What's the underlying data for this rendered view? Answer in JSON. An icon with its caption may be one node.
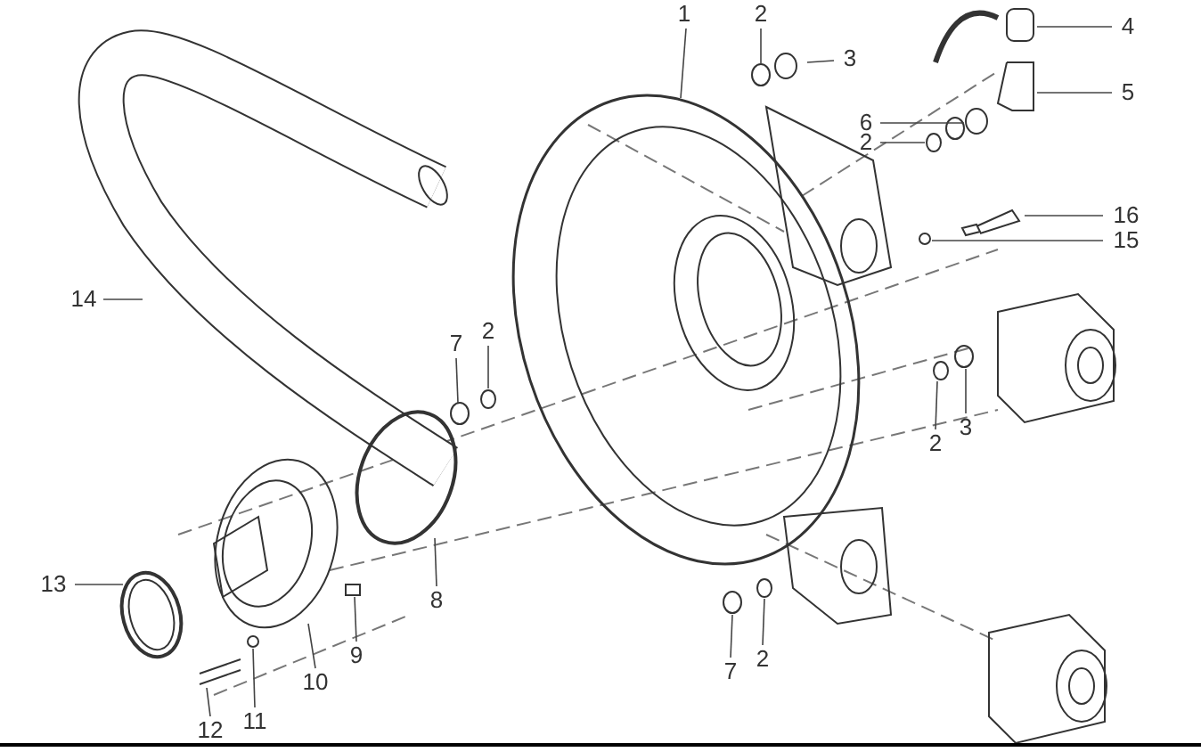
{
  "diagram": {
    "nodes": [
      {
        "text": [
          "1"
        ]
      },
      {
        "text": [
          "2"
        ]
      },
      {
        "text": [
          "4"
        ]
      },
      {
        "text": [
          "3"
        ]
      },
      {
        "text": [
          "5"
        ]
      },
      {
        "text": [
          "6"
        ]
      },
      {
        "text": [
          "2"
        ]
      },
      {
        "text": [
          "16"
        ]
      },
      {
        "text": [
          "15"
        ]
      },
      {
        "text": [
          "14"
        ]
      },
      {
        "text": [
          "2"
        ]
      },
      {
        "text": [
          "7"
        ]
      },
      {
        "text": [
          "3"
        ]
      },
      {
        "text": [
          "2"
        ]
      },
      {
        "text": [
          "13"
        ]
      },
      {
        "text": [
          "8"
        ]
      },
      {
        "text": [
          "9"
        ]
      },
      {
        "text": [
          "2"
        ]
      },
      {
        "text": [
          "7"
        ]
      },
      {
        "text": [
          "10"
        ]
      },
      {
        "text": [
          "11"
        ]
      },
      {
        "text": [
          "12"
        ]
      }
    ],
    "edges": [
      {
        "from": 0,
        "to": null,
        "arrow": "none"
      },
      {
        "from": 1,
        "to": null,
        "arrow": "none"
      },
      {
        "from": 2,
        "to": null,
        "arrow": "none"
      },
      {
        "from": 3,
        "to": null,
        "arrow": "none"
      },
      {
        "from": 4,
        "to": null,
        "arrow": "none"
      },
      {
        "from": 5,
        "to": null,
        "arrow": "none"
      },
      {
        "from": 6,
        "to": null,
        "arrow": "none"
      },
      {
        "from": 7,
        "to": null,
        "arrow": "none"
      },
      {
        "from": 8,
        "to": null,
        "arrow": "none"
      },
      {
        "from": 9,
        "to": null,
        "arrow": "none"
      },
      {
        "from": 10,
        "to": null,
        "arrow": "none"
      },
      {
        "from": 11,
        "to": null,
        "arrow": "none"
      },
      {
        "from": 12,
        "to": null,
        "arrow": "none"
      },
      {
        "from": 13,
        "to": null,
        "arrow": "none"
      },
      {
        "from": 14,
        "to": null,
        "arrow": "none"
      },
      {
        "from": 15,
        "to": null,
        "arrow": "none"
      },
      {
        "from": 16,
        "to": null,
        "arrow": "none"
      },
      {
        "from": 17,
        "to": null,
        "arrow": "none"
      },
      {
        "from": 18,
        "to": null,
        "arrow": "none"
      },
      {
        "from": 19,
        "to": null,
        "arrow": "none"
      },
      {
        "from": 20,
        "to": null,
        "arrow": "none"
      },
      {
        "from": 21,
        "to": null,
        "arrow": "none"
      }
    ]
  }
}
